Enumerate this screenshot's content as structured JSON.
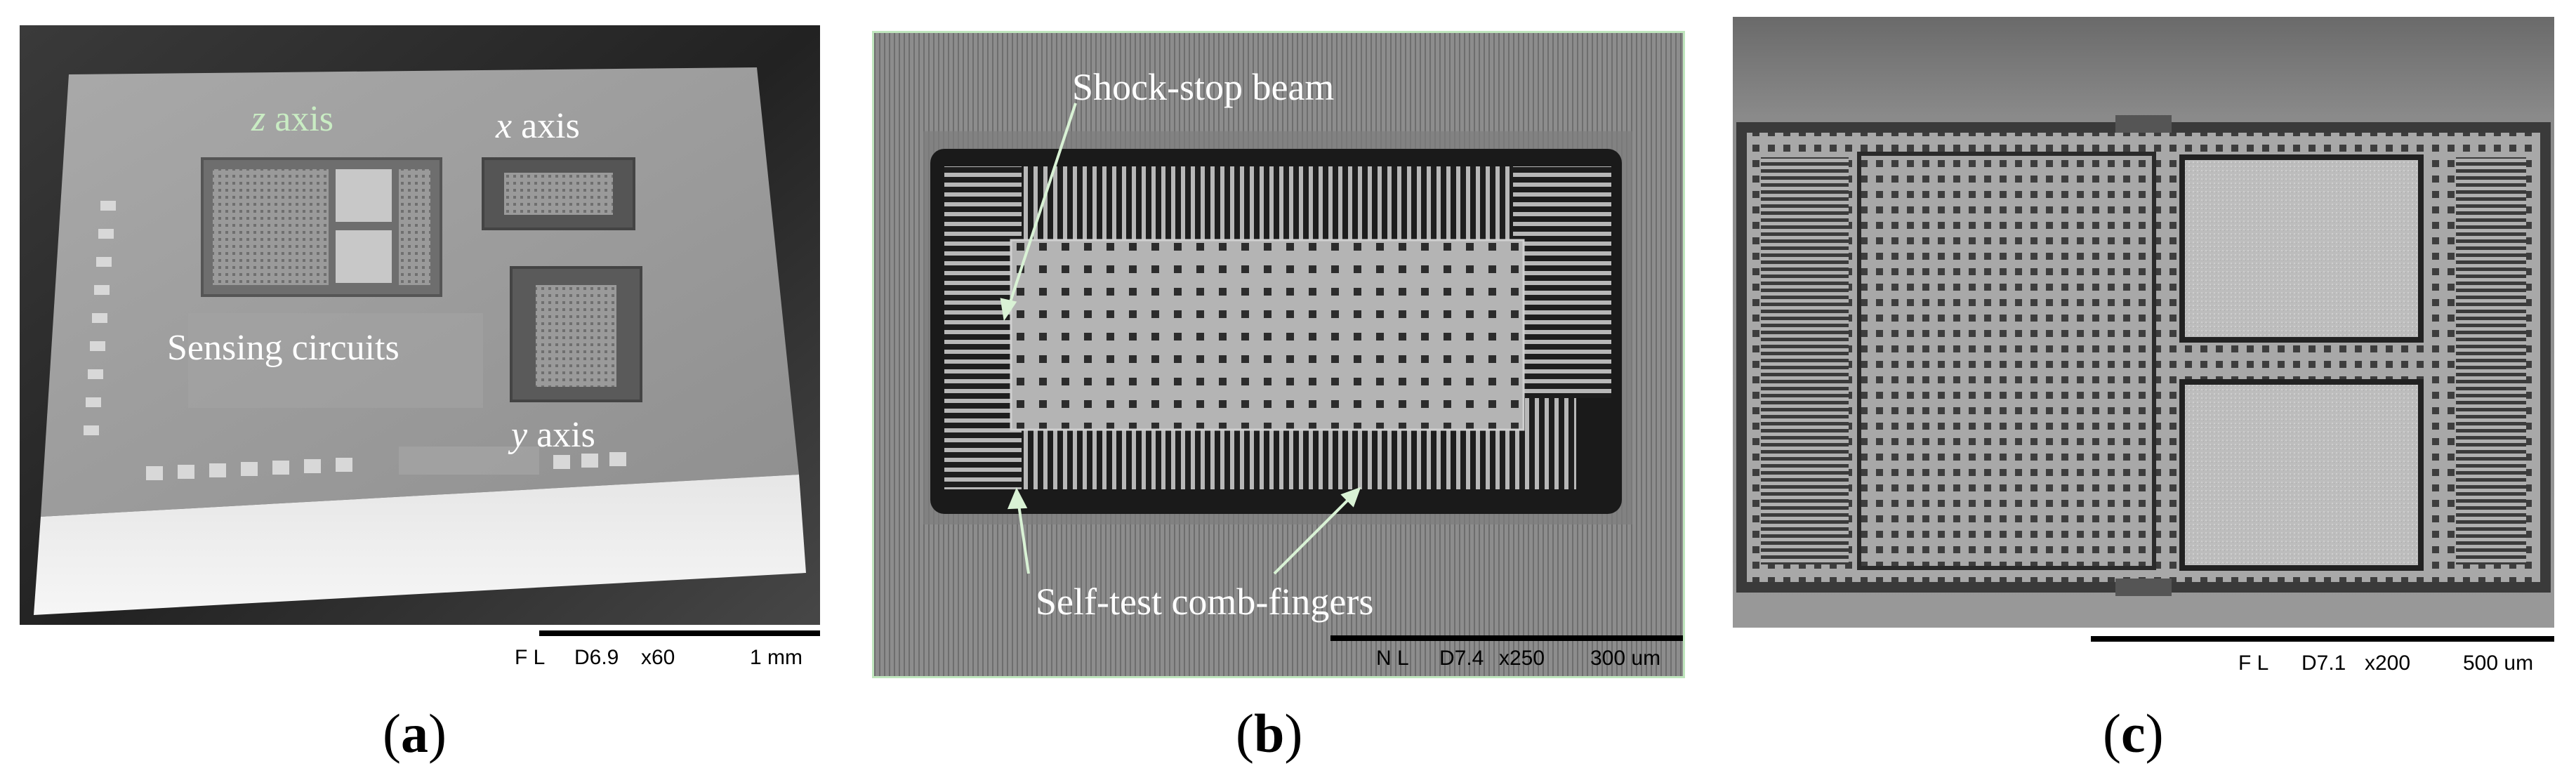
{
  "panels": [
    {
      "id": "a",
      "caption_open": "(",
      "caption_letter": "a",
      "caption_close": ")",
      "labels": {
        "z_axis_var": "z",
        "z_axis_word": " axis",
        "x_axis_var": "x",
        "x_axis_word": " axis",
        "y_axis_var": "y",
        "y_axis_word": " axis",
        "sensing": "Sensing circuits"
      },
      "sem_bar": {
        "mode": "F L",
        "distance": "D6.9",
        "magnification": "x60",
        "scale": "1 mm"
      }
    },
    {
      "id": "b",
      "caption_open": "(",
      "caption_letter": "b",
      "caption_close": ")",
      "labels": {
        "shock_stop": "Shock-stop beam",
        "self_test": "Self-test comb-fingers"
      },
      "sem_bar": {
        "mode": "N L",
        "distance": "D7.4",
        "magnification": "x250",
        "scale": "300 um"
      }
    },
    {
      "id": "c",
      "caption_open": "(",
      "caption_letter": "c",
      "caption_close": ")",
      "sem_bar": {
        "mode": "F L",
        "distance": "D7.1",
        "magnification": "x200",
        "scale": "500 um"
      }
    }
  ],
  "colors": {
    "label_green": "#c9ecc3",
    "label_white": "#ffffff",
    "frame_green": "#bfe6bd"
  }
}
